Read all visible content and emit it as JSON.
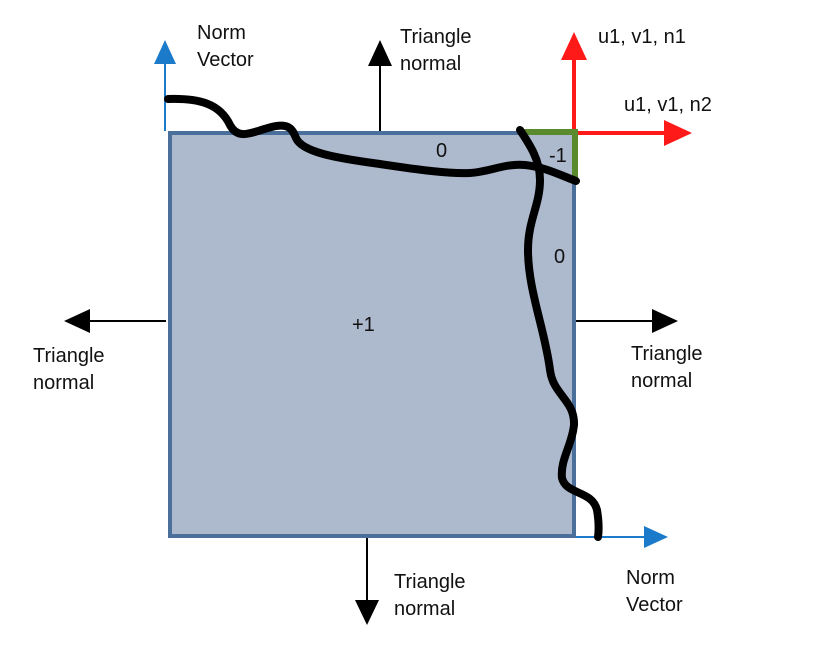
{
  "labels": {
    "norm_vector_top": [
      "Norm",
      "Vector"
    ],
    "norm_vector_bottom": [
      "Norm",
      "Vector"
    ],
    "triangle_normal_top": [
      "Triangle",
      "normal"
    ],
    "triangle_normal_left": [
      "Triangle",
      "normal"
    ],
    "triangle_normal_right": [
      "Triangle",
      "normal"
    ],
    "triangle_normal_bottom": [
      "Triangle",
      "normal"
    ],
    "vertex_axis_up": "u1, v1, n1",
    "vertex_axis_right": "u1, v1, n2",
    "region_inside": "+1",
    "region_top_edge": "0",
    "region_right_edge": "0",
    "region_corner": "-1"
  },
  "colors": {
    "square_fill": "#adb9cc",
    "square_stroke": "#4a6f9a",
    "curve": "#000000",
    "norm_vector": "#1c7acb",
    "vertex_axes": "#ff1a1a",
    "corner_marker": "#5a8a2e",
    "normal_arrows": "#000000"
  }
}
